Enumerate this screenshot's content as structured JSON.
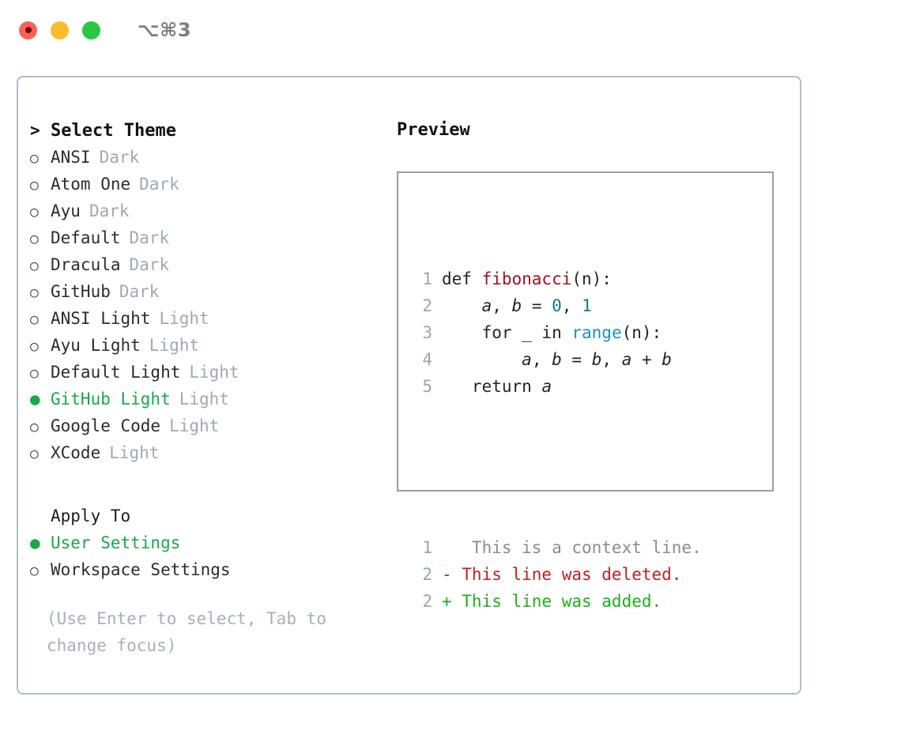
{
  "titlebar": {
    "shortcut": "⌥⌘3",
    "lights": [
      "close",
      "minimize",
      "zoom"
    ]
  },
  "theme_list": {
    "header_marker": ">",
    "header": "Select Theme",
    "marker_unselected": "○",
    "marker_selected": "●",
    "items": [
      {
        "name": "ANSI",
        "kind": "Dark",
        "selected": false
      },
      {
        "name": "Atom One",
        "kind": "Dark",
        "selected": false
      },
      {
        "name": "Ayu",
        "kind": "Dark",
        "selected": false
      },
      {
        "name": "Default",
        "kind": "Dark",
        "selected": false
      },
      {
        "name": "Dracula",
        "kind": "Dark",
        "selected": false
      },
      {
        "name": "GitHub",
        "kind": "Dark",
        "selected": false
      },
      {
        "name": "ANSI Light",
        "kind": "Light",
        "selected": false
      },
      {
        "name": "Ayu Light",
        "kind": "Light",
        "selected": false
      },
      {
        "name": "Default Light",
        "kind": "Light",
        "selected": false
      },
      {
        "name": "GitHub Light",
        "kind": "Light",
        "selected": true
      },
      {
        "name": "Google Code",
        "kind": "Light",
        "selected": false
      },
      {
        "name": "XCode",
        "kind": "Light",
        "selected": false
      }
    ]
  },
  "apply_to": {
    "label": "Apply To",
    "options": [
      {
        "name": "User Settings",
        "selected": true
      },
      {
        "name": "Workspace Settings",
        "selected": false
      }
    ]
  },
  "hint": "(Use Enter to select, Tab to change focus)",
  "preview": {
    "title": "Preview",
    "code_lines": [
      {
        "no": "1",
        "tokens": [
          {
            "t": "def ",
            "c": "kw"
          },
          {
            "t": "fibonacci",
            "c": "fn"
          },
          {
            "t": "(n):",
            "c": "plain"
          }
        ]
      },
      {
        "no": "2",
        "tokens": [
          {
            "t": "    ",
            "c": "plain"
          },
          {
            "t": "a",
            "c": "var"
          },
          {
            "t": ", ",
            "c": "plain"
          },
          {
            "t": "b",
            "c": "var"
          },
          {
            "t": " = ",
            "c": "plain"
          },
          {
            "t": "0",
            "c": "num"
          },
          {
            "t": ", ",
            "c": "plain"
          },
          {
            "t": "1",
            "c": "num"
          }
        ]
      },
      {
        "no": "3",
        "tokens": [
          {
            "t": "    for _ in ",
            "c": "plain"
          },
          {
            "t": "range",
            "c": "builtin"
          },
          {
            "t": "(n):",
            "c": "plain"
          }
        ]
      },
      {
        "no": "4",
        "tokens": [
          {
            "t": "        ",
            "c": "plain"
          },
          {
            "t": "a",
            "c": "var"
          },
          {
            "t": ", ",
            "c": "plain"
          },
          {
            "t": "b",
            "c": "var"
          },
          {
            "t": " = ",
            "c": "plain"
          },
          {
            "t": "b",
            "c": "var"
          },
          {
            "t": ", ",
            "c": "plain"
          },
          {
            "t": "a",
            "c": "var"
          },
          {
            "t": " + ",
            "c": "plain"
          },
          {
            "t": "b",
            "c": "var"
          }
        ]
      },
      {
        "no": "5",
        "tokens": [
          {
            "t": "   return ",
            "c": "plain"
          },
          {
            "t": "a",
            "c": "var"
          }
        ]
      }
    ],
    "diff_lines": [
      {
        "no": "1",
        "sign": " ",
        "text": "  This is a context line.",
        "kind": "ctx"
      },
      {
        "no": "2",
        "sign": "-",
        "text": " This line was deleted.",
        "kind": "del"
      },
      {
        "no": "2",
        "sign": "+",
        "text": " This line was added.",
        "kind": "add"
      }
    ]
  },
  "colors": {
    "accent_green": "#19a74a",
    "muted": "#9fa9b7",
    "hint": "#a6b0bd",
    "panel_border": "#b4bdc9",
    "preview_border": "#94a0b0",
    "fn_red": "#a11122",
    "num_teal": "#0b7f85",
    "builtin_blue": "#1a8fc4",
    "diff_del": "#c21f1f",
    "diff_add": "#18b218",
    "light_close": "#fc6058",
    "light_min": "#fdbc2e",
    "light_zoom": "#28c840"
  }
}
